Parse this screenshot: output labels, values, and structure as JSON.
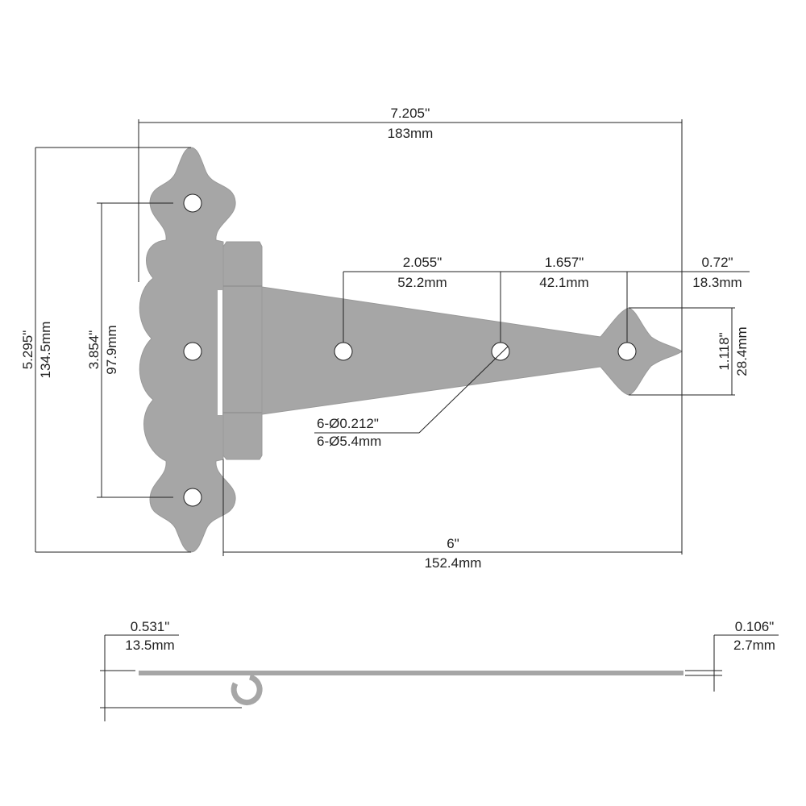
{
  "colors": {
    "part": "#a6a6a6",
    "line": "#222222",
    "background": "#ffffff"
  },
  "front_view": {
    "overall_width": {
      "inch": "7.205''",
      "mm": "183mm"
    },
    "overall_height": {
      "inch": "5.295\"",
      "mm": "134.5mm"
    },
    "hole_spacing_vertical": {
      "inch": "3.854\"",
      "mm": "97.9mm"
    },
    "strap_hole_spacing_1": {
      "inch": "2.055\"",
      "mm": "52.2mm"
    },
    "strap_hole_spacing_2": {
      "inch": "1.657\"",
      "mm": "42.1mm"
    },
    "tip_offset": {
      "inch": "0.72\"",
      "mm": "18.3mm"
    },
    "tip_width": {
      "inch": "1.118\"",
      "mm": "28.4mm"
    },
    "hole_diameter": {
      "inch": "6-Ø0.212\"",
      "mm": "6-Ø5.4mm"
    },
    "strap_length": {
      "inch": "6\"",
      "mm": "152.4mm"
    }
  },
  "side_view": {
    "knuckle_height": {
      "inch": "0.531\"",
      "mm": "13.5mm"
    },
    "thickness": {
      "inch": "0.106\"",
      "mm": "2.7mm"
    }
  }
}
